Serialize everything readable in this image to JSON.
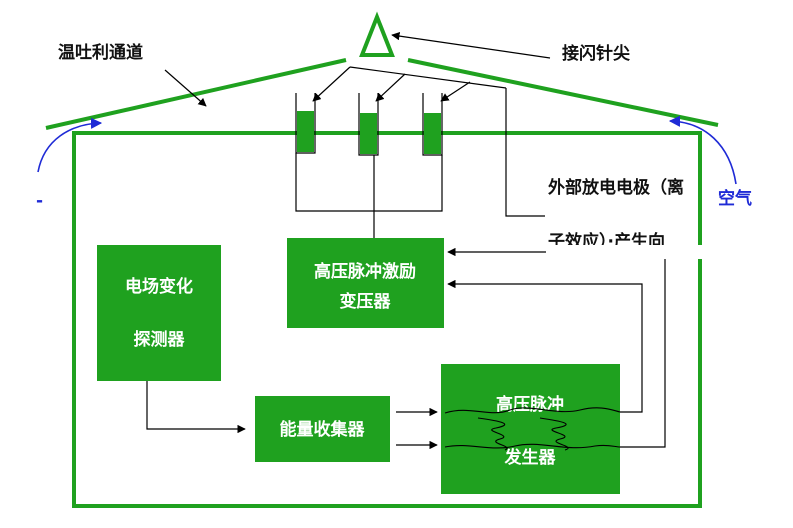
{
  "labels": {
    "channel": "温吐利通道",
    "needle_tip": "接闪针尖",
    "electrode_line1": "外部放电电极（离",
    "electrode_line2": "子效应）·产生向",
    "air": "空气",
    "air_left": "-"
  },
  "blocks": {
    "transformer_line1": "高压脉冲激励",
    "transformer_line2": "变压器",
    "detector_line1": "电场变化",
    "detector_line2": "探测器",
    "collector": "能量收集器",
    "generator_line1": "高压脉冲",
    "generator_line2": "发生器"
  },
  "colors": {
    "green": "#1fa11f",
    "line": "#000000",
    "air_blue": "#1f2bd6"
  }
}
